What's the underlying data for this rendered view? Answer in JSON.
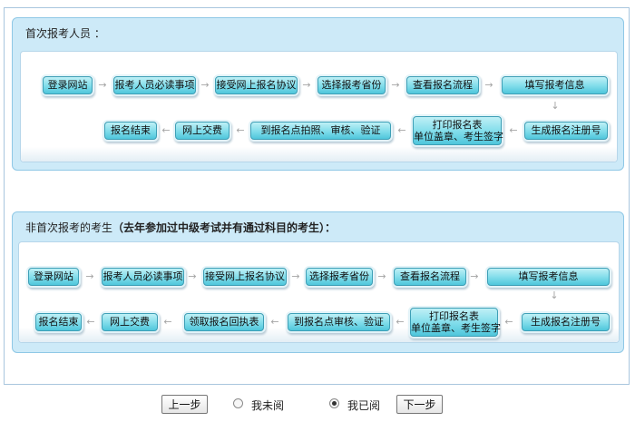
{
  "section1": {
    "title": "首次报考人员 ：",
    "row1": [
      "登录网站",
      "报考人员必读事项",
      "接受网上报名协议",
      "选择报考省份",
      "查看报名流程",
      "填写报考信息"
    ],
    "row2_line1": "打印报名表",
    "row2_line2": "单位盖章、考生签字",
    "row2": [
      "报名结束",
      "网上交费",
      "到报名点拍照、审核、验证",
      "生成报名注册号"
    ]
  },
  "section2": {
    "title_plain": "非首次报考的考生",
    "title_bold": "（去年参加过中级考试并有通过科目的考生）：",
    "row1": [
      "登录网站",
      "报考人员必读事项",
      "接受网上报名协议",
      "选择报考省份",
      "查看报名流程",
      "填写报考信息"
    ],
    "row2_line1": "打印报名表",
    "row2_line2": "单位盖章、考生签字",
    "row2": [
      "报名结束",
      "网上交费",
      "领取报名回执表",
      "到报名点审核、验证",
      "生成报名注册号"
    ]
  },
  "arrows": {
    "right": "→",
    "left": "←",
    "down": "↓"
  },
  "footer": {
    "prev_label": "上一步",
    "unread_label": "我未阅",
    "read_label": "我已阅",
    "next_label": "下一步",
    "selected": "read"
  }
}
